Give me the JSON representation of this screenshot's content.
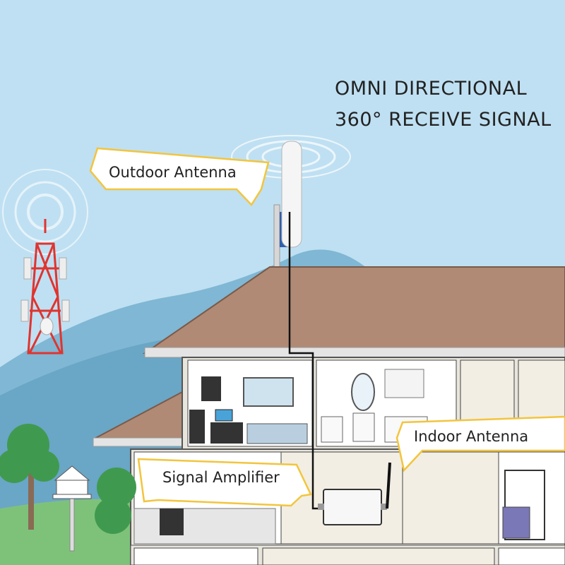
{
  "headline": {
    "line1": "OMNI DIRECTIONAL",
    "line2": "360° RECEIVE SIGNAL"
  },
  "callouts": {
    "outdoor_antenna": "Outdoor Antenna",
    "indoor_antenna": "Indoor Antenna",
    "signal_amplifier": "Signal Amplifier"
  },
  "colors": {
    "sky": "#bfe0f2",
    "hill": "#7fb7d4",
    "roof": "#b08a75",
    "callout_fill": "#ffffff",
    "callout_accent": "#f2c53d",
    "tower": "#e0342f",
    "cable": "#111111"
  },
  "icons": [
    "cell-tower-icon",
    "outdoor-antenna-icon",
    "indoor-antenna-icon",
    "amplifier-icon",
    "tree-icon",
    "birdhouse-icon"
  ]
}
